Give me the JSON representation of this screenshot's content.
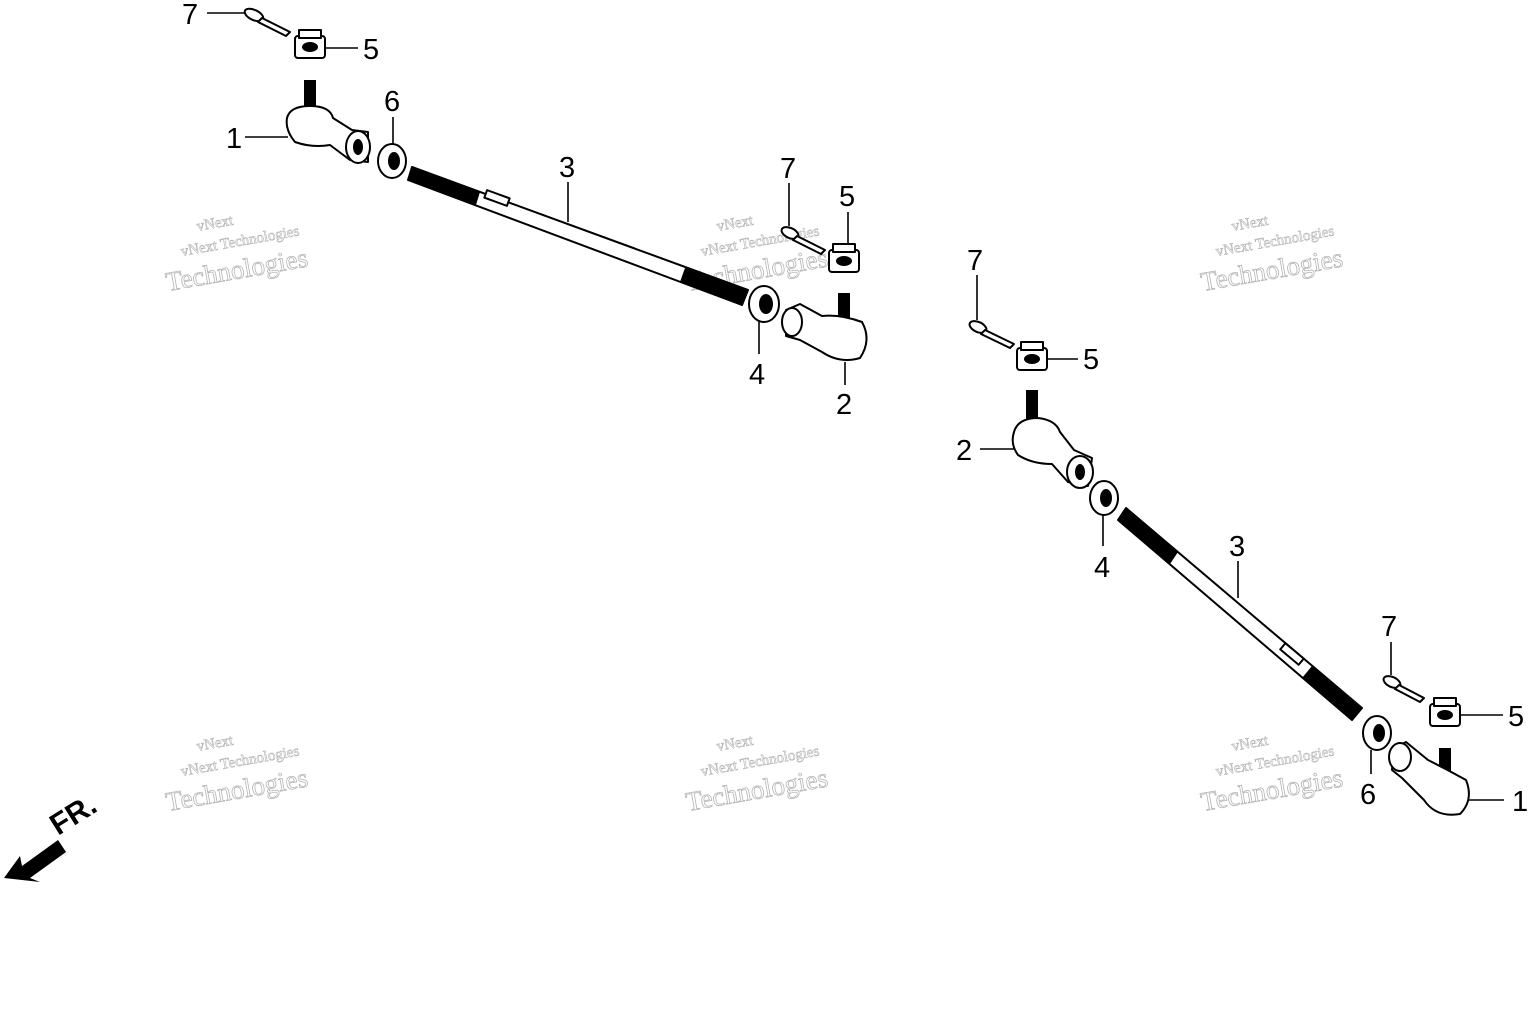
{
  "callouts": {
    "a1": "7",
    "a2": "5",
    "a3": "6",
    "a4": "1",
    "a5": "3",
    "a6": "7",
    "a7": "5",
    "a8": "4",
    "a9": "2",
    "b1": "7",
    "b2": "5",
    "b3": "2",
    "b4": "4",
    "b5": "3",
    "b6": "7",
    "b7": "5",
    "b8": "6",
    "b9": "1"
  },
  "watermark": {
    "vnext": "vNext",
    "vnext_tech": "vNext Technologies",
    "technologies": "Technologies"
  },
  "direction": {
    "label": "FR."
  },
  "colors": {
    "ink": "#000000",
    "watermark": "#b5b5b5",
    "background": "#ffffff"
  }
}
